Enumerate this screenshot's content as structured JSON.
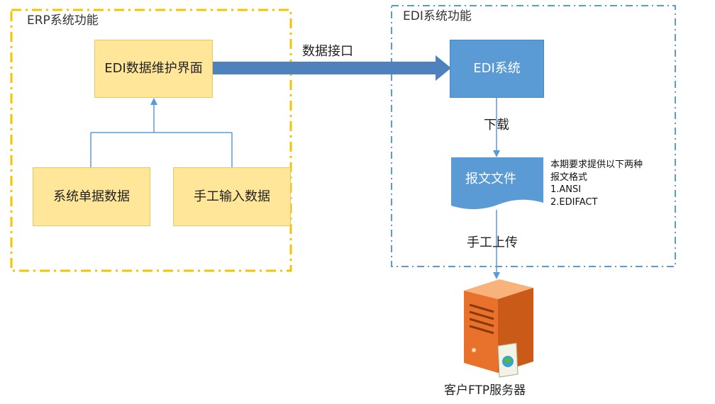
{
  "regions": {
    "erp": {
      "label": "ERP系统功能",
      "color": "#f5c400"
    },
    "edi": {
      "label": "EDI系统功能",
      "color": "#5b9bd5"
    }
  },
  "erp": {
    "maintenance_box": "EDI数据维护界面",
    "system_docs_box": "系统单据数据",
    "manual_input_box": "手工输入数据"
  },
  "edi": {
    "system_box": "EDI系统",
    "report_doc": "报文文件",
    "note_lines": [
      "本期要求提供以下两种",
      "报文格式",
      "1.ANSI",
      "2.EDIFACT"
    ]
  },
  "arrows": {
    "interface_label": "数据接口",
    "download_label": "下载",
    "upload_label": "手工上传"
  },
  "server": {
    "caption": "客户FTP服务器"
  },
  "colors": {
    "yellow_fill": "#ffe699",
    "blue_fill": "#5b9bd5",
    "connector": "#5b9bd5",
    "big_arrow": "#4f81bd"
  }
}
